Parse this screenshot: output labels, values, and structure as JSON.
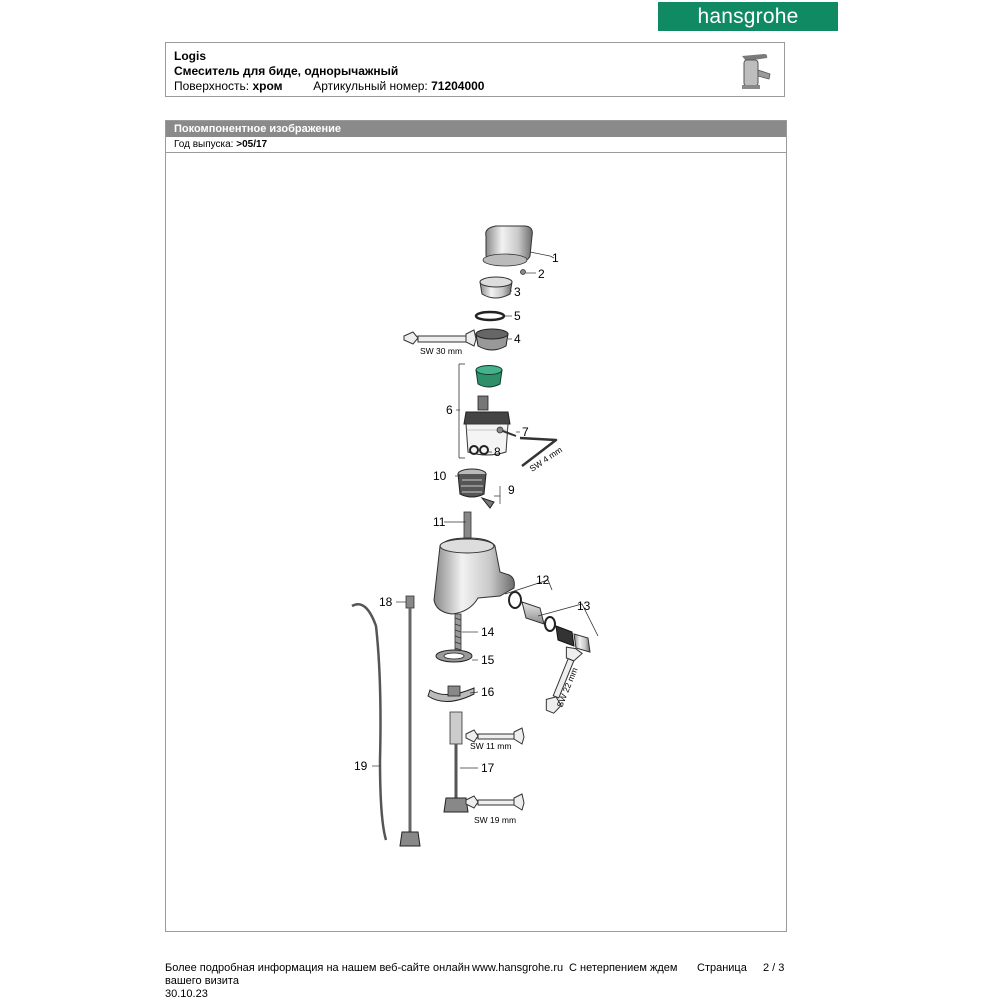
{
  "brand": {
    "name": "hansgrohe",
    "color": "#0f8a63"
  },
  "product": {
    "series": "Logis",
    "description": "Смеситель для биде, однорычажный",
    "surface_label": "Поверхность:",
    "surface_value": "хром",
    "article_label": "Артикульный номер:",
    "article_value": "71204000"
  },
  "section": {
    "title": "Покомпонентное изображение",
    "year_label": "Год выпуска:",
    "year_value": ">05/17"
  },
  "parts": [
    "1",
    "2",
    "3",
    "4",
    "5",
    "6",
    "7",
    "8",
    "9",
    "10",
    "11",
    "12",
    "13",
    "14",
    "15",
    "16",
    "17",
    "18",
    "19"
  ],
  "tools": {
    "sw30": "SW 30 mm",
    "sw4": "SW 4 mm",
    "sw22": "SW 22 mm",
    "sw11": "SW 11 mm",
    "sw19": "SW 19 mm"
  },
  "footer": {
    "info_text": "Более подробная информация на нашем веб-сайте онлайн",
    "url": "www.hansgrohe.ru",
    "visit_text": "С нетерпением ждем вашего визита",
    "visit_line1": "С нетерпением ждем",
    "visit_line2": "вашего визита",
    "page_label": "Страница",
    "page_value": "2 / 3",
    "date": "30.10.23"
  }
}
